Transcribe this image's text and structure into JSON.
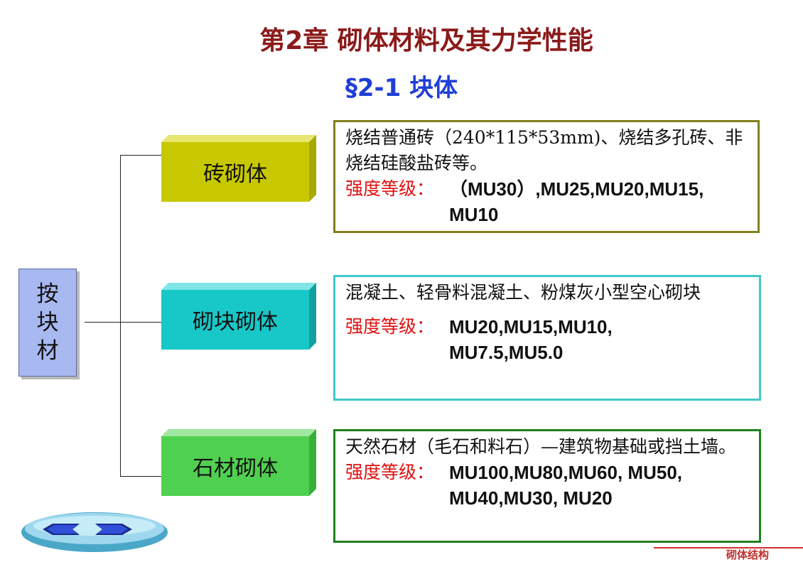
{
  "slide": {
    "title": "第2章 砌体材料及其力学性能",
    "subtitle": "§2-1  块体"
  },
  "root": {
    "chars": [
      "按",
      "块",
      "材"
    ]
  },
  "categories": [
    {
      "label": "砖砌体",
      "color": "#c8c800",
      "desc": "烧结普通砖（240*115*53mm)、烧结多孔砖、非烧结硅酸盐砖等。",
      "level_label": "强度等级：",
      "level_line1": "（MU30）,MU25,MU20,MU15,",
      "level_line2": "MU10"
    },
    {
      "label": "砌块砌体",
      "color": "#18c8c8",
      "desc": "混凝土、轻骨料混凝土、粉煤灰小型空心砌块",
      "level_label": "强度等级：",
      "level_line1": "MU20,MU15,MU10,",
      "level_line2": "MU7.5,MU5.0"
    },
    {
      "label": "石材砌体",
      "color": "#50d050",
      "desc": "天然石材（毛石和料石）—建筑物基础或挡土墙。",
      "level_label": "强度等级：",
      "level_line1": "MU100,MU80,MU60, MU50,",
      "level_line2": "MU40,MU30, MU20"
    }
  ],
  "nav": {
    "prev_icon": "arrow-left-icon",
    "next_icon": "arrow-right-icon"
  },
  "footer": {
    "text": "砌体结构"
  }
}
